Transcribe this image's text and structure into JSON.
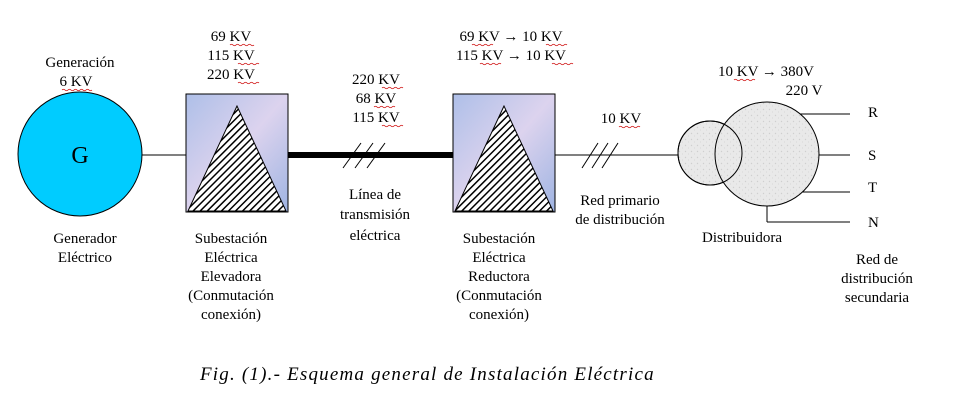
{
  "generator": {
    "symbol": "G",
    "top_label": [
      "Generación",
      "6 KV"
    ],
    "bottom_label": [
      "Generador",
      "Eléctrico"
    ]
  },
  "substation_step_up": {
    "voltages": [
      "69 KV",
      "115 KV",
      "220 KV"
    ],
    "label": [
      "Subestación",
      "Eléctrica",
      "Elevadora",
      "(Conmutación",
      "conexión)"
    ]
  },
  "transmission_line": {
    "voltages": [
      "220 KV",
      "68 KV",
      "115 KV"
    ],
    "label": [
      "Línea de",
      "transmisión",
      "eléctrica"
    ]
  },
  "substation_step_down": {
    "voltages": [
      "69 KV → 10 KV",
      "115 KV → 10 KV"
    ],
    "label": [
      "Subestación",
      "Eléctrica",
      "Reductora",
      "(Conmutación",
      "conexión)"
    ]
  },
  "primary_network": {
    "voltage": "10 KV",
    "label": [
      "Red primario",
      "de distribución"
    ]
  },
  "distributor": {
    "voltages": [
      "10 KV → 380V",
      "220 V"
    ],
    "label": "Distribuidora",
    "phases": [
      "R",
      "S",
      "T",
      "N"
    ]
  },
  "secondary_network": {
    "label": [
      "Red de",
      "distribución",
      "secundaria"
    ]
  },
  "caption": "Fig. (1).- Esquema general de Instalación Eléctrica",
  "colors": {
    "generator_fill": "#00ccff",
    "distributor_fill": "#e6e6e6",
    "substation_fill": "#b8c8ee",
    "line": "#000000"
  }
}
